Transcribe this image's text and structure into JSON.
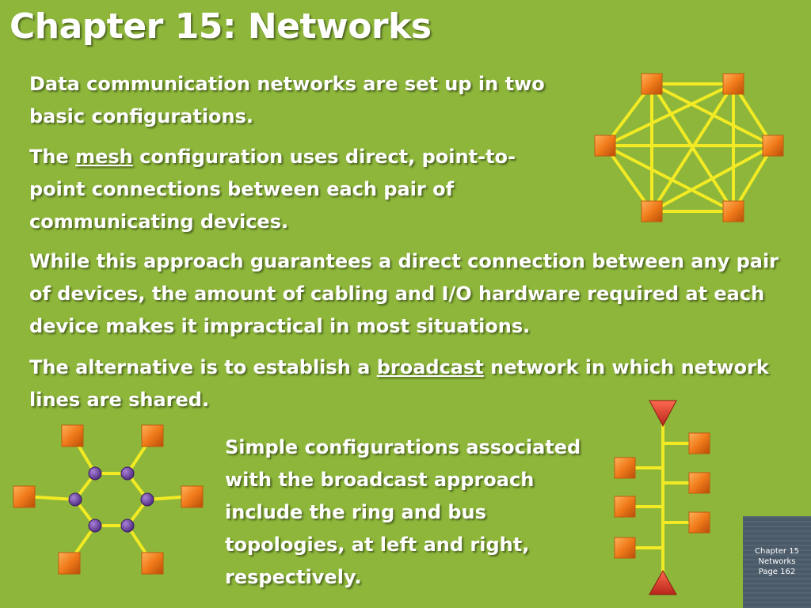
{
  "title": "Chapter 15: Networks",
  "paragraphs": {
    "p1": "Data communication networks are set up in two basic configurations.",
    "p2_pre": "The ",
    "p2_term": "mesh",
    "p2_post": " configuration uses direct, point-to-point connections between each pair of communicating devices.",
    "p3": "While this approach guarantees a direct connection between any pair of devices, the amount of cabling and I/O hardware required at each device makes it impractical in most situations.",
    "p4_pre": "The alternative is to establish a ",
    "p4_term": "broadcast",
    "p4_post": " network in which network lines are shared.",
    "p5": "Simple configurations associated with the broadcast approach include the ring and bus topologies, at left and right, respectively."
  },
  "badge": {
    "line1": "Chapter 15",
    "line2": "Networks",
    "line3": "Page 162"
  },
  "colors": {
    "background": "#8db63a",
    "node": "#f07a1a",
    "link": "#f2ea24",
    "ring_hub": "#6a3f9e",
    "terminator": "#e0372a"
  }
}
